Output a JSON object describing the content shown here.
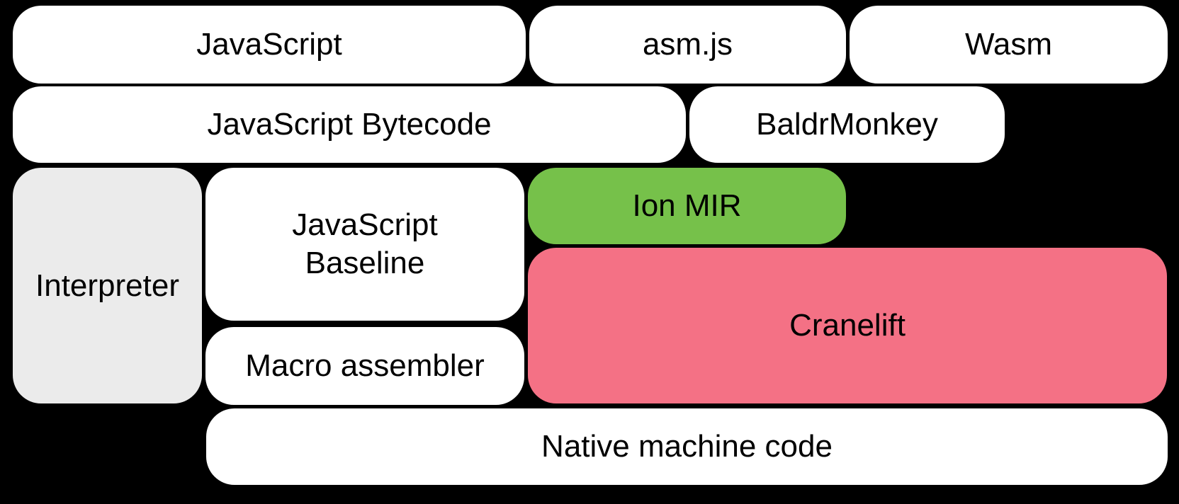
{
  "diagram": {
    "description": "Compiler pipeline diagram",
    "nodes": {
      "javascript": {
        "label": "JavaScript"
      },
      "asmjs": {
        "label": "asm.js"
      },
      "wasm": {
        "label": "Wasm"
      },
      "javascript_bytecode": {
        "label": "JavaScript Bytecode"
      },
      "baldrmonkey": {
        "label": "BaldrMonkey"
      },
      "interpreter": {
        "label": "Interpreter"
      },
      "javascript_baseline": {
        "label": "JavaScript\nBaseline"
      },
      "ion_mir": {
        "label": "Ion MIR"
      },
      "cranelift": {
        "label": "Cranelift"
      },
      "macro_assembler": {
        "label": "Macro assembler"
      },
      "native_machine_code": {
        "label": "Native machine code"
      }
    },
    "colors": {
      "background": "#000000",
      "box_default": "#FFFFFF",
      "interpreter_gray": "#EBEBEB",
      "ion_mir_green": "#76C14A",
      "cranelift_pink": "#F47185",
      "text": "#000000"
    }
  }
}
